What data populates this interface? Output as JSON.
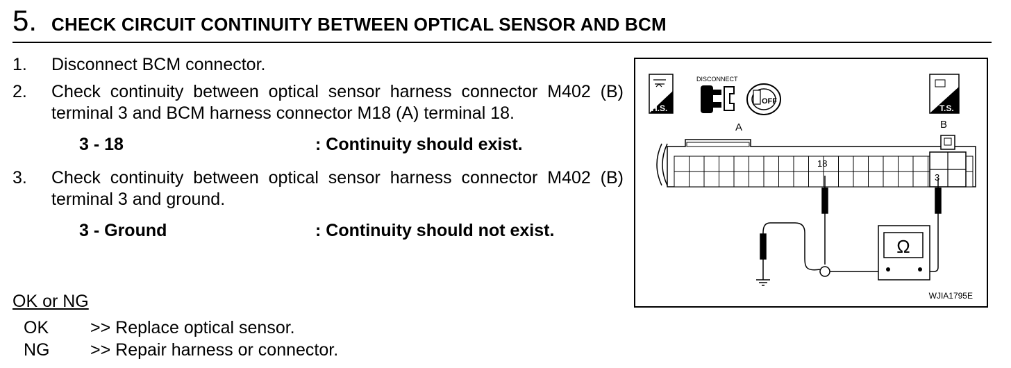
{
  "header": {
    "step_number": "5.",
    "title": "CHECK CIRCUIT CONTINUITY BETWEEN OPTICAL SENSOR AND BCM"
  },
  "steps": [
    {
      "num": "1.",
      "text": "Disconnect BCM connector."
    },
    {
      "num": "2.",
      "text": "Check continuity between optical sensor harness connector M402 (B) terminal 3 and BCM harness connector M18 (A) terminal 18."
    },
    {
      "num": "3.",
      "text": "Check continuity between optical sensor harness connector M402 (B) terminal 3 and ground."
    }
  ],
  "specs": [
    {
      "terminals": "3 - 18",
      "result": ": Continuity should exist."
    },
    {
      "terminals": "3 - Ground",
      "result": ": Continuity should not exist."
    }
  ],
  "results": {
    "heading": "OK or NG",
    "ok": {
      "code": "OK",
      "action": ">> Replace optical sensor."
    },
    "ng": {
      "code": "NG",
      "action": ">> Repair harness or connector."
    }
  },
  "figure": {
    "id": "WJIA1795E",
    "icon_hs": "H.S.",
    "icon_ts": "T.S.",
    "icon_disconnect": "DISCONNECT",
    "icon_off": "OFF",
    "connector_a_label": "A",
    "connector_b_label": "B",
    "terminal_a": "18",
    "terminal_b": "3",
    "meter_symbol": "Ω"
  }
}
